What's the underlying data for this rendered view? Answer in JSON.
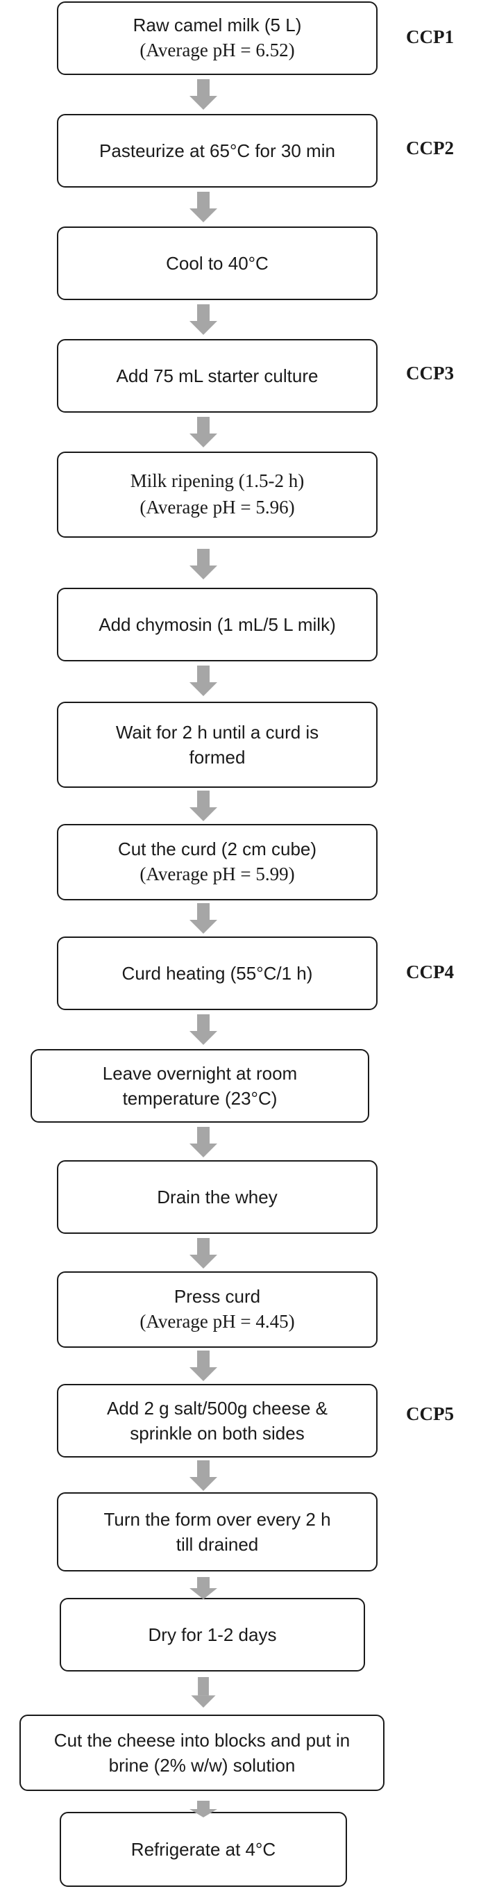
{
  "steps": [
    {
      "lines": [
        "Raw camel milk (5 L)",
        "(Average pH = 6.52)"
      ]
    },
    {
      "lines": [
        "Pasteurize at 65°C for 30 min"
      ]
    },
    {
      "lines": [
        "Cool to 40°C"
      ]
    },
    {
      "lines": [
        "Add 75 mL starter culture"
      ]
    },
    {
      "lines": [
        "Milk ripening (1.5-2 h)",
        "(Average pH = 5.96)"
      ]
    },
    {
      "lines": [
        "Add chymosin (1 mL/5 L milk)"
      ]
    },
    {
      "lines": [
        "Wait for 2 h until a curd is",
        "formed"
      ]
    },
    {
      "lines": [
        "Cut the curd (2 cm cube)",
        "(Average pH = 5.99)"
      ]
    },
    {
      "lines": [
        "Curd heating (55°C/1 h)"
      ]
    },
    {
      "lines": [
        "Leave overnight at room",
        "temperature (23°C)"
      ]
    },
    {
      "lines": [
        "Drain the whey"
      ]
    },
    {
      "lines": [
        "Press curd",
        "(Average pH = 4.45)"
      ]
    },
    {
      "lines": [
        "Add 2 g salt/500g cheese &",
        "sprinkle on both sides"
      ]
    },
    {
      "lines": [
        "Turn the form over every 2 h",
        "till drained"
      ]
    },
    {
      "lines": [
        "Dry for 1-2 days"
      ]
    },
    {
      "lines": [
        "Cut the cheese into blocks and put in",
        "brine (2% w/w) solution"
      ]
    },
    {
      "lines": [
        "Refrigerate at 4°C"
      ]
    }
  ],
  "ccp_labels": {
    "ccp1": "CCP1",
    "ccp2": "CCP2",
    "ccp3": "CCP3",
    "ccp4": "CCP4",
    "ccp5": "CCP5"
  },
  "colors": {
    "border": "#1a1a1a",
    "arrow": "#a6a6a6",
    "text": "#1a1a1a"
  }
}
